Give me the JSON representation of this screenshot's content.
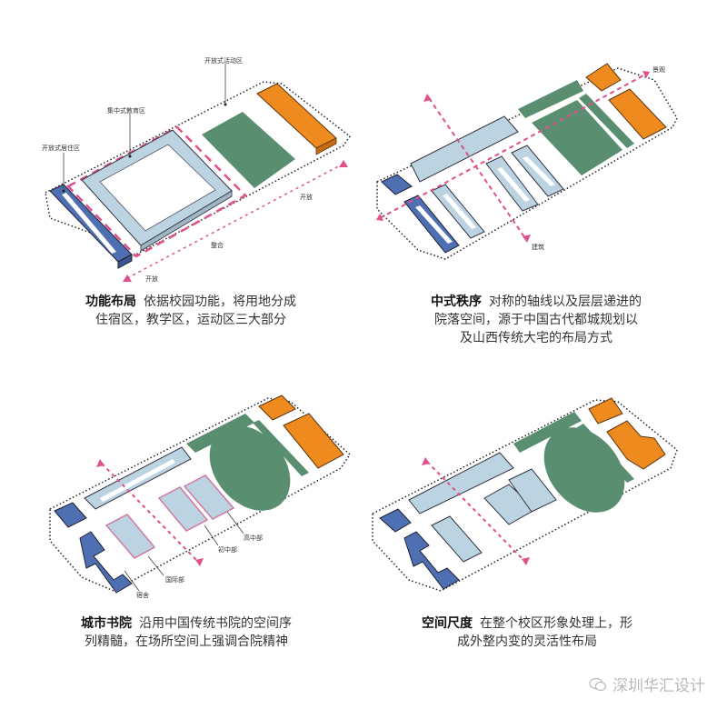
{
  "colors": {
    "residential": "#4f6fb3",
    "education": "#bcd3e2",
    "sports_field": "#5a8e70",
    "activity_building": "#ef8a1f",
    "axis_pink": "#e0508a",
    "boundary": "#222222"
  },
  "panels": [
    {
      "id": "functional-layout",
      "caption_title": "功能布局",
      "caption_text_line1": "依据校园功能，将用地分成",
      "caption_text_line2": "住宿区，教学区，运动区三大部分",
      "labels": {
        "activity_zone": "开放式活动区",
        "education_zone": "集中式教育区",
        "residential_zone": "开放式居住区",
        "open_right": "开放",
        "integrate": "整合",
        "open_bottom": "开放"
      }
    },
    {
      "id": "chinese-order",
      "caption_title": "中式秩序",
      "caption_text_line1": "对称的轴线以及层层递进的",
      "caption_text_line2": "院落空间，源于中国古代都城规划以",
      "caption_text_line3": "及山西传统大宅的布局方式",
      "labels": {
        "landscape": "景观",
        "building": "建筑"
      }
    },
    {
      "id": "urban-academy",
      "caption_title": "城市书院",
      "caption_text_line1": "沿用中国传统书院的空间序",
      "caption_text_line2": "列精髓，在场所空间上强调合院精神",
      "labels": {
        "senior_high": "高中部",
        "junior_high": "初中部",
        "international": "国际部",
        "dormitory": "宿舍"
      }
    },
    {
      "id": "spatial-scale",
      "caption_title": "空间尺度",
      "caption_text_line1": "在整个校区形象处理上，形",
      "caption_text_line2": "成外整内变的灵活性布局"
    }
  ],
  "watermark": {
    "icon": "wechat-icon",
    "text": "深圳华汇设计"
  }
}
